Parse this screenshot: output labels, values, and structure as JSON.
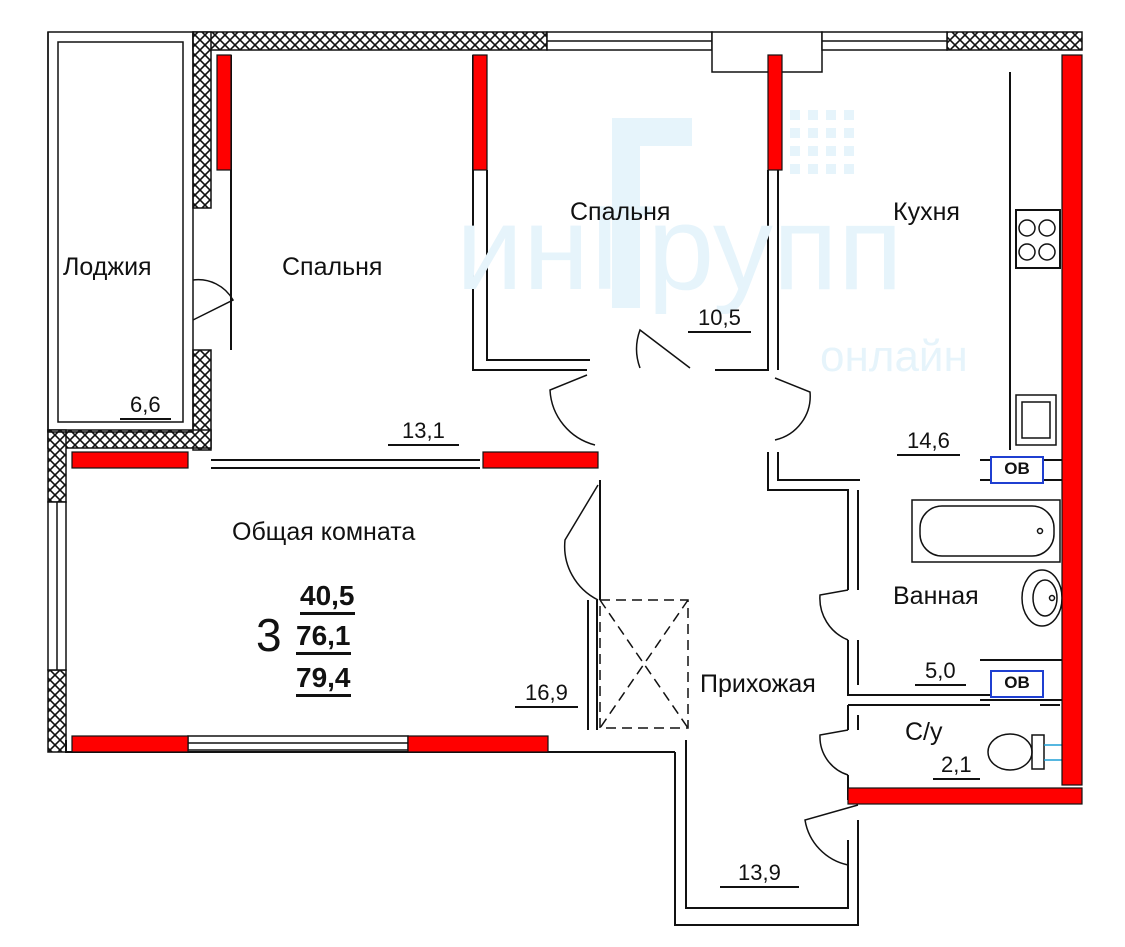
{
  "watermark": {
    "brand": "инГрупп",
    "sub": "онлайн"
  },
  "rooms": {
    "loggia": {
      "name": "Лоджия",
      "area": "6,6"
    },
    "bedroom1": {
      "name": "Спальня",
      "area": "13,1"
    },
    "bedroom2": {
      "name": "Спальня",
      "area": "10,5"
    },
    "kitchen": {
      "name": "Кухня",
      "area": "14,6"
    },
    "living": {
      "name": "Общая комната",
      "area": "16,9"
    },
    "hallway": {
      "name": "Прихожая",
      "area": "13,9"
    },
    "bathroom": {
      "name": "Ванная",
      "area": "5,0"
    },
    "wc": {
      "name": "С/у",
      "area": "2,1"
    }
  },
  "summary": {
    "room_count": "3",
    "living_area": "40,5",
    "total_area": "76,1",
    "total_with_loggia": "79,4"
  },
  "vents": {
    "kitchen": "ОВ",
    "bathroom": "ОВ"
  },
  "colors": {
    "load_wall": "#ff0000",
    "wall": "#111111",
    "vent_border": "#1f3fd1",
    "watermark": "#e6f4fb"
  }
}
